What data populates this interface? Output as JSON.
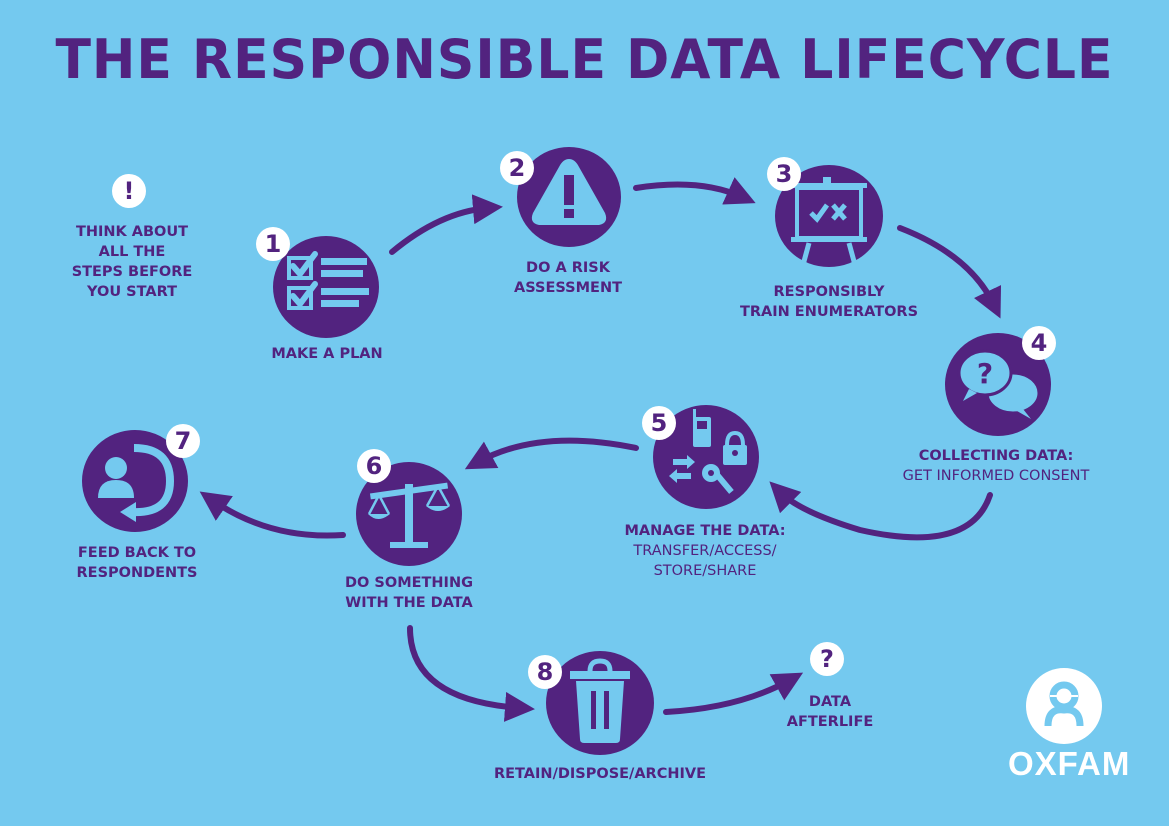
{
  "title": "THE RESPONSIBLE DATA LIFECYCLE",
  "colors": {
    "background": "#74c9ef",
    "primary": "#52237f",
    "badge": "#ffffff"
  },
  "preface": {
    "badge": "!",
    "icon": "exclamation-icon",
    "lines": [
      "THINK ABOUT",
      "ALL THE",
      "STEPS BEFORE",
      "YOU START"
    ]
  },
  "steps": [
    {
      "number": "1",
      "icon": "checklist-icon",
      "lines": [
        "MAKE A PLAN"
      ]
    },
    {
      "number": "2",
      "icon": "warning-triangle-icon",
      "lines": [
        "DO A RISK",
        "ASSESSMENT"
      ]
    },
    {
      "number": "3",
      "icon": "presentation-board-icon",
      "lines": [
        "RESPONSIBLY",
        "TRAIN ENUMERATORS"
      ]
    },
    {
      "number": "4",
      "icon": "speech-bubbles-question-icon",
      "lines": [
        "COLLECTING DATA:"
      ],
      "sublines": [
        "GET INFORMED CONSENT"
      ]
    },
    {
      "number": "5",
      "icon": "phone-lock-key-transfer-icon",
      "lines": [
        "MANAGE THE DATA:"
      ],
      "sublines": [
        "TRANSFER/ACCESS/",
        "STORE/SHARE"
      ]
    },
    {
      "number": "6",
      "icon": "scales-icon",
      "lines": [
        "DO SOMETHING",
        "WITH THE DATA"
      ]
    },
    {
      "number": "7",
      "icon": "person-feedback-cycle-icon",
      "lines": [
        "FEED BACK TO",
        "RESPONDENTS"
      ]
    },
    {
      "number": "8",
      "icon": "trash-bin-icon",
      "lines": [
        "RETAIN/DISPOSE/ARCHIVE"
      ]
    }
  ],
  "afterlife": {
    "badge": "?",
    "icon": "question-icon",
    "lines": [
      "DATA",
      "AFTERLIFE"
    ]
  },
  "logo": {
    "text": "OXFAM",
    "icon": "oxfam-logo-icon"
  }
}
